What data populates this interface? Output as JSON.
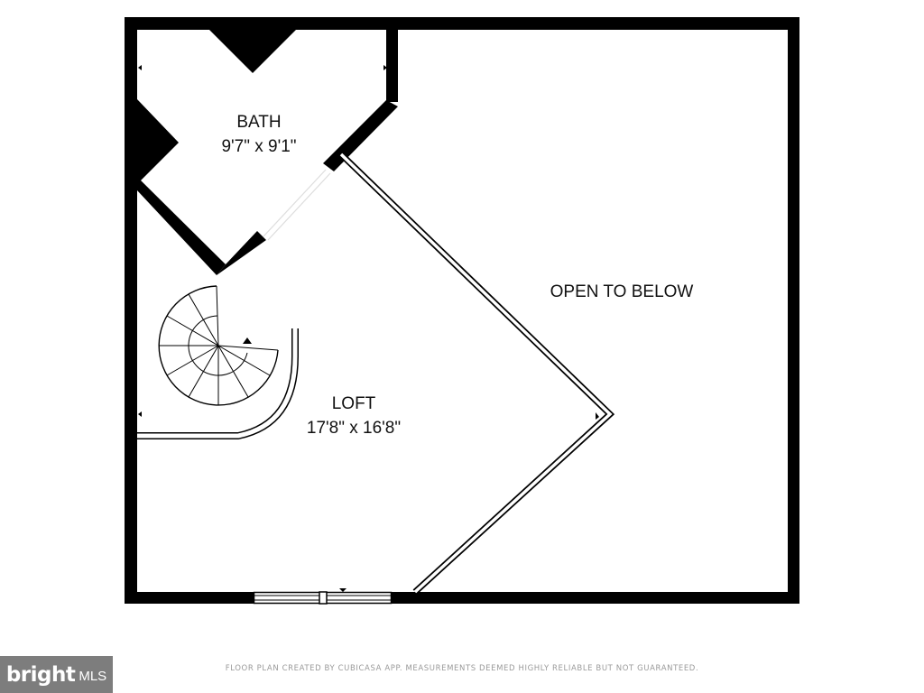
{
  "rooms": {
    "bath": {
      "name": "BATH",
      "size": "9'7\" x 9'1\""
    },
    "loft": {
      "name": "LOFT",
      "size": "17'8\" x 16'8\""
    },
    "open_to_below": {
      "name": "OPEN TO BELOW"
    }
  },
  "footer": {
    "disclaimer": "FLOOR PLAN CREATED BY CUBICASA APP. MEASUREMENTS DEEMED HIGHLY RELIABLE BUT NOT GUARANTEED."
  },
  "logo": {
    "name": "bright-mls-logo",
    "wordmark": "bright",
    "suffix": "MLS"
  },
  "colors": {
    "wall": "#000000",
    "background": "#ffffff",
    "logo_bg": "#7d7d7d",
    "disclaimer_text": "#9a9a9a"
  }
}
